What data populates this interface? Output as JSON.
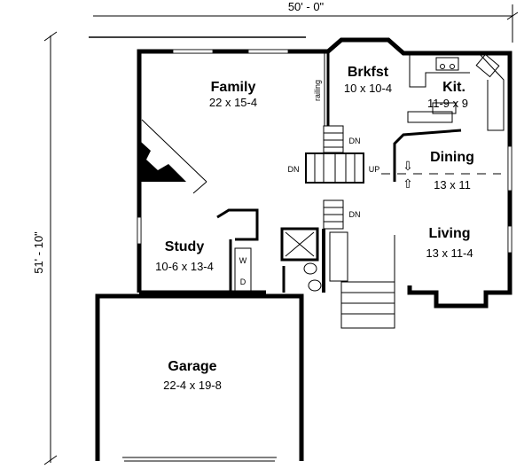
{
  "dimensions": {
    "width": "50' - 0\"",
    "depth": "51' - 10\""
  },
  "rooms": {
    "family": {
      "name": "Family",
      "size": "22 x 15-4"
    },
    "brkfst": {
      "name": "Brkfst",
      "size": "10 x 10-4"
    },
    "kit": {
      "name": "Kit.",
      "size": "11-9 x 9"
    },
    "dining": {
      "name": "Dining",
      "size": "13 x 11"
    },
    "living": {
      "name": "Living",
      "size": "13 x 11-4"
    },
    "study": {
      "name": "Study",
      "size": "10-6 x 13-4"
    },
    "garage": {
      "name": "Garage",
      "size": "22-4 x 19-8"
    }
  },
  "labels": {
    "railing": "railing",
    "dn1": "DN",
    "dn2": "DN",
    "up": "UP",
    "dn3": "DN",
    "washer": "W",
    "dryer": "D"
  }
}
